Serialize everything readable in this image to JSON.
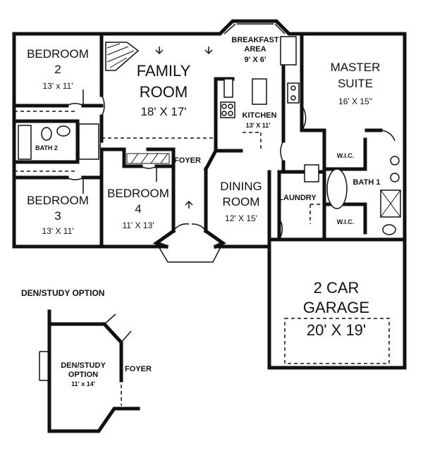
{
  "rooms": {
    "bedroom2": {
      "name1": "BEDROOM",
      "name2": "2",
      "dims": "13' x 11'"
    },
    "family": {
      "name1": "FAMILY",
      "name2": "ROOM",
      "dims": "18' X 17'"
    },
    "breakfast": {
      "name1": "BREAKFAST",
      "name2": "AREA",
      "dims": "9' X 6'"
    },
    "master": {
      "name1": "MASTER",
      "name2": "SUITE",
      "dims": "16' X 15\""
    },
    "kitchen": {
      "name": "KITCHEN",
      "dims": "13' X 11'"
    },
    "bath2": {
      "name": "BATH 2"
    },
    "foyer": {
      "name": "FOYER"
    },
    "bedroom3": {
      "name": "BEDROOM",
      "num": "3",
      "dims": "13' X 11'"
    },
    "bedroom4": {
      "name": "BEDROOM",
      "num": "4",
      "dims": "11' X 13'"
    },
    "dining": {
      "name1": "DINING",
      "name2": "ROOM",
      "dims": "12' X 15'"
    },
    "laundry": {
      "name": "LAUNDRY"
    },
    "bath1": {
      "name": "BATH 1"
    },
    "wic1": {
      "name": "W.I.C."
    },
    "wic2": {
      "name": "W.I.C."
    },
    "garage": {
      "name1": "2 CAR",
      "name2": "GARAGE",
      "dims": "20' X 19'"
    }
  },
  "option": {
    "caption": "DEN/STUDY OPTION",
    "name1": "DEN/STUDY",
    "name2": "OPTION",
    "dims": "11' x 14'",
    "foyer": "FOYER"
  }
}
